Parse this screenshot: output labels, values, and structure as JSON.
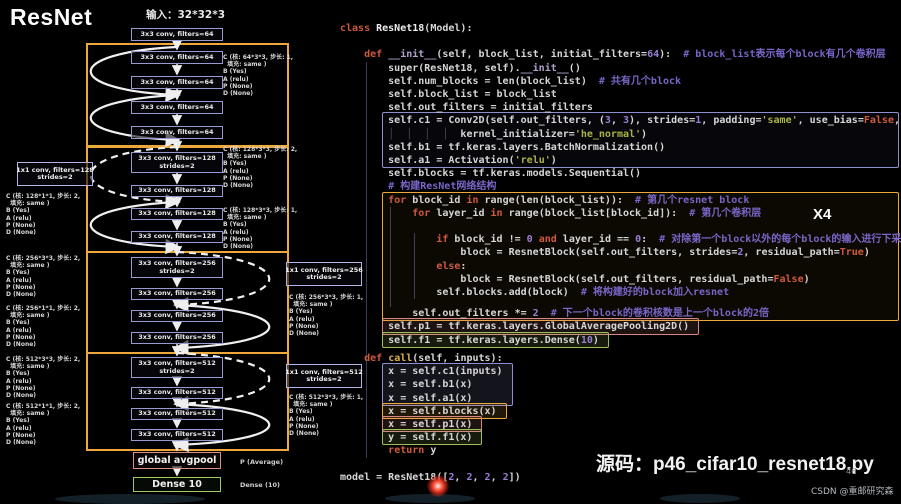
{
  "slide": {
    "title": "ResNet",
    "input_label": "输入：32*32*3",
    "repeat_label": "X4",
    "source_caption": "源码：p46_cifar10_resnet18.py",
    "page_number": "46",
    "watermark": "CSDN @重邮研究森"
  },
  "diagram": {
    "pre_box": "3x3 conv, filters=64",
    "groups": [
      {
        "boxes": [
          "3x3 conv, filters=64",
          "3x3 conv, filters=64",
          "3x3 conv, filters=64",
          "3x3 conv, filters=64"
        ]
      },
      {
        "boxes": [
          "3x3 conv, filters=128\nstrides=2",
          "3x3 conv, filters=128",
          "3x3 conv, filters=128",
          "3x3 conv, filters=128"
        ]
      },
      {
        "boxes": [
          "3x3 conv, filters=256\nstrides=2",
          "3x3 conv, filters=256",
          "3x3 conv, filters=256",
          "3x3 conv, filters=256"
        ]
      },
      {
        "boxes": [
          "3x3 conv, filters=512\nstrides=2",
          "3x3 conv, filters=512",
          "3x3 conv, filters=512",
          "3x3 conv, filters=512"
        ]
      }
    ],
    "side_boxes": [
      {
        "label": "1x1 conv, filters=128\nstrides=2"
      },
      {
        "label": "1x1 conv, filters=256\nstrides=2"
      },
      {
        "label": "1x1 conv, filters=512\nstrides=2"
      }
    ],
    "annotations": [
      {
        "text": "C (核: 64*3*3, 步长: 1,\n  填充: same )\nB (Yes)\nA (relu)\nP (None)\nD (None)"
      },
      {
        "text": "C (核: 128*3*3, 步长: 2,\n  填充: same )\nB (Yes)\nA (relu)\nP (None)\nD (None)"
      },
      {
        "text": "C (核: 128*3*3, 步长: 1,\n  填充: same )\nB (Yes)\nA (relu)\nP (None)\nD (None)"
      },
      {
        "text": "C (核: 128*1*1, 步长: 2,\n  填充: same )\nB (Yes)\nA (relu)\nP (None)\nD (None)"
      },
      {
        "text": "C (核: 256*3*3, 步长: 2,\n  填充: same )\nB (Yes)\nA (relu)\nP (None)\nD (None)"
      },
      {
        "text": "C (核: 256*1*1, 步长: 2,\n  填充: same )\nB (Yes)\nA (relu)\nP (None)\nD (None)"
      },
      {
        "text": "C (核: 256*3*3, 步长: 1,\n  填充: same )\nB (Yes)\nA (relu)\nP (None)\nD (None)"
      },
      {
        "text": "C (核: 512*3*3, 步长: 2,\n  填充: same )\nB (Yes)\nA (relu)\nP (None)\nD (None)"
      },
      {
        "text": "C (核: 512*1*1, 步长: 2,\n  填充: same )\nB (Yes)\nA (relu)\nP (None)\nD (None)"
      },
      {
        "text": "C (核: 512*3*3, 步长: 1,\n  填充: same )\nB (Yes)\nA (relu)\nP (None)\nD (None)"
      }
    ],
    "pool_box": "global avgpool",
    "dense_box": "Dense 10",
    "pool_note": "P (Average)",
    "dense_note": "Dense (10)"
  },
  "code": {
    "lines": [
      [
        [
          "k",
          "class "
        ],
        [
          "cls",
          "ResNet18"
        ],
        [
          "n",
          "(Model):"
        ]
      ],
      [],
      [
        [
          "n",
          "    "
        ],
        [
          "k",
          "def "
        ],
        [
          "mg",
          "__init__"
        ],
        [
          "n",
          "(self, block_list, initial_filters="
        ],
        [
          "m",
          "64"
        ],
        [
          "n",
          "):  "
        ],
        [
          "c",
          "# block_list表示每个block有几个卷积层"
        ]
      ],
      [
        [
          "n",
          "        super(ResNet18, self)."
        ],
        [
          "mg",
          "__init__"
        ],
        [
          "n",
          "()"
        ]
      ],
      [
        [
          "n",
          "        self.num_blocks = len(block_list)  "
        ],
        [
          "c",
          "# 共有几个block"
        ]
      ],
      [
        [
          "n",
          "        self.block_list = block_list"
        ]
      ],
      [
        [
          "n",
          "        self.out_filters = initial_filters"
        ]
      ],
      [
        [
          "n",
          "        self.c1 = Conv2D(self.out_filters, ("
        ],
        [
          "m",
          "3"
        ],
        [
          "n",
          ", "
        ],
        [
          "m",
          "3"
        ],
        [
          "n",
          "), strides="
        ],
        [
          "m",
          "1"
        ],
        [
          "n",
          ", padding="
        ],
        [
          "s",
          "'same'"
        ],
        [
          "n",
          ", use_bias="
        ],
        [
          "b",
          "False"
        ],
        [
          "n",
          ","
        ]
      ],
      [
        [
          "g",
          "        │  │  │  │  "
        ],
        [
          "n",
          "kernel_initializer="
        ],
        [
          "s",
          "'he_normal'"
        ],
        [
          "n",
          ")"
        ]
      ],
      [
        [
          "n",
          "        self.b1 = tf.keras.layers.BatchNormalization()"
        ]
      ],
      [
        [
          "n",
          "        self.a1 = Activation("
        ],
        [
          "s",
          "'relu'"
        ],
        [
          "n",
          ")"
        ]
      ],
      [
        [
          "n",
          "        self.blocks = tf.keras.models.Sequential()"
        ]
      ],
      [
        [
          "n",
          "        "
        ],
        [
          "c",
          "# 构建ResNet网络结构"
        ]
      ],
      [
        [
          "n",
          "        "
        ],
        [
          "k",
          "for"
        ],
        [
          "n",
          " block_id "
        ],
        [
          "k",
          "in"
        ],
        [
          "n",
          " range(len(block_list)):  "
        ],
        [
          "c",
          "# 第几个resnet block"
        ]
      ],
      [
        [
          "n",
          "            "
        ],
        [
          "k",
          "for"
        ],
        [
          "n",
          " layer_id "
        ],
        [
          "k",
          "in"
        ],
        [
          "n",
          " range(block_list[block_id]):  "
        ],
        [
          "c",
          "# 第几个卷积层"
        ]
      ],
      [],
      [
        [
          "n",
          "                "
        ],
        [
          "k",
          "if"
        ],
        [
          "n",
          " block_id != "
        ],
        [
          "m",
          "0"
        ],
        [
          "n",
          " "
        ],
        [
          "k",
          "and"
        ],
        [
          "n",
          " layer_id == "
        ],
        [
          "m",
          "0"
        ],
        [
          "n",
          ":  "
        ],
        [
          "c",
          "# 对除第一个block以外的每个block的输入进行下采样"
        ]
      ],
      [
        [
          "n",
          "                    block = ResnetBlock(self.out_filters, strides="
        ],
        [
          "m",
          "2"
        ],
        [
          "n",
          ", residual_path="
        ],
        [
          "b",
          "True"
        ],
        [
          "n",
          ")"
        ]
      ],
      [
        [
          "n",
          "                "
        ],
        [
          "k",
          "else"
        ],
        [
          "n",
          ":"
        ]
      ],
      [
        [
          "n",
          "                    block = ResnetBlock(self.out_filters, residual_path="
        ],
        [
          "b",
          "False"
        ],
        [
          "n",
          ")"
        ]
      ],
      [
        [
          "n",
          "                self.blocks.add(block)  "
        ],
        [
          "c",
          "# 将构建好的block加入resnet"
        ]
      ],
      [
        [
          "n",
          "            self.out_filters *= "
        ],
        [
          "m",
          "2"
        ],
        [
          "n",
          "  "
        ],
        [
          "c",
          "# 下一个block的卷积核数是上一个block的2倍"
        ]
      ],
      [
        [
          "n",
          "        self.p1 = tf.keras.layers.GlobalAveragePooling2D()"
        ]
      ],
      [
        [
          "n",
          "        self.f1 = tf.keras.layers.Dense("
        ],
        [
          "m",
          "10"
        ],
        [
          "n",
          ")"
        ]
      ],
      [],
      [
        [
          "n",
          "    "
        ],
        [
          "k",
          "def "
        ],
        [
          "fn",
          "call"
        ],
        [
          "n",
          "(self, inputs):"
        ]
      ],
      [
        [
          "n",
          "        x = self.c1(inputs)"
        ]
      ],
      [
        [
          "n",
          "        x = self.b1(x)"
        ]
      ],
      [
        [
          "n",
          "        x = self.a1(x)"
        ]
      ],
      [
        [
          "n",
          "        x = self.blocks(x)"
        ]
      ],
      [
        [
          "n",
          "        x = self.p1(x)"
        ]
      ],
      [
        [
          "n",
          "        y = self.f1(x)"
        ]
      ],
      [
        [
          "n",
          "        "
        ],
        [
          "k",
          "return"
        ],
        [
          "n",
          " y"
        ]
      ],
      [],
      [
        [
          "n",
          "model = ResNet18(["
        ],
        [
          "m",
          "2"
        ],
        [
          "n",
          ", "
        ],
        [
          "m",
          "2"
        ],
        [
          "n",
          ", "
        ],
        [
          "m",
          "2"
        ],
        [
          "n",
          ", "
        ],
        [
          "m",
          "2"
        ],
        [
          "n",
          "])"
        ]
      ]
    ],
    "highlights": [
      {
        "start": 7,
        "end": 10,
        "color": "purple",
        "full": true
      },
      {
        "start": 13,
        "end": 21,
        "color": "orange",
        "full": true
      },
      {
        "start": 22,
        "end": 22,
        "color": "pink"
      },
      {
        "start": 23,
        "end": 23,
        "color": "green"
      },
      {
        "start": 26,
        "end": 28,
        "color": "purple"
      },
      {
        "start": 29,
        "end": 29,
        "color": "orange"
      },
      {
        "start": 30,
        "end": 30,
        "color": "pink"
      },
      {
        "start": 31,
        "end": 31,
        "color": "green"
      }
    ]
  },
  "colors": {
    "group_border": "#EDA73B",
    "conv_border": "#9A9AD2",
    "pool_border": "#DD8F82",
    "dense_border": "#A2C860",
    "highlight_purple": "#8F8FD0",
    "highlight_orange": "#EDA73B",
    "highlight_pink": "#D98880",
    "highlight_green": "#9DC05A",
    "laser_red": "#FF4A33"
  }
}
